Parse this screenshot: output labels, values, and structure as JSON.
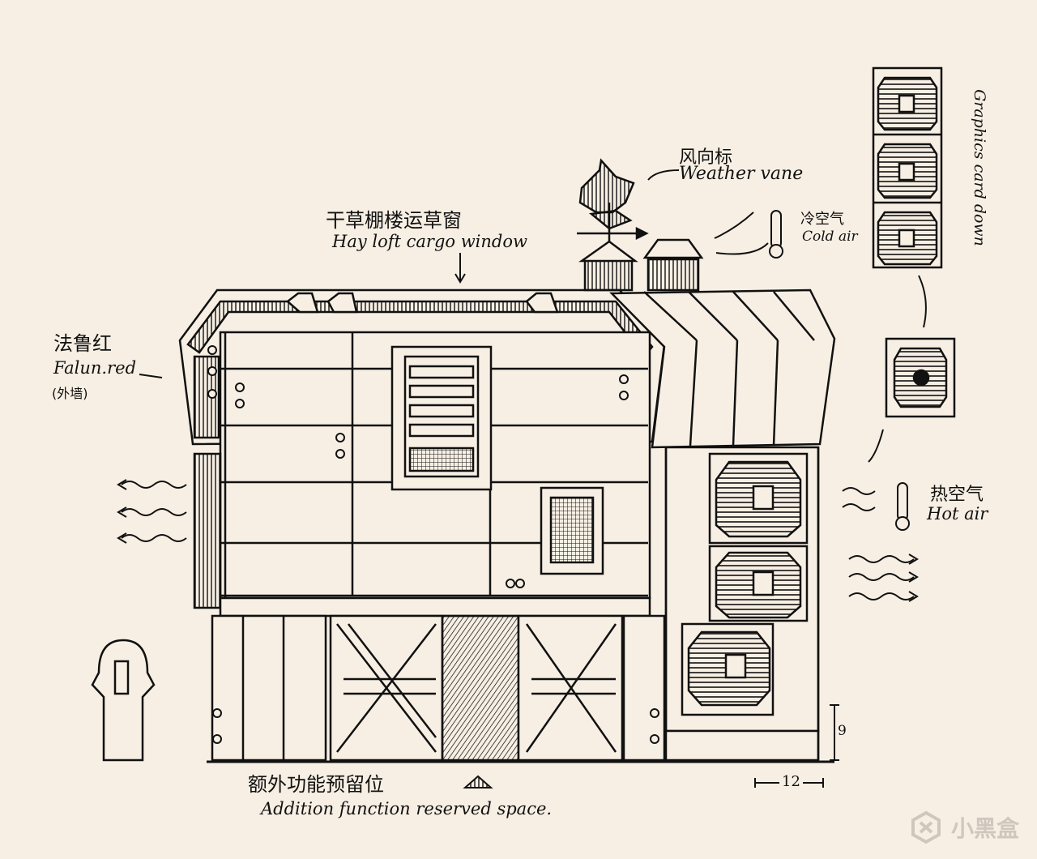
{
  "labels": {
    "weather_vane_cn": "风向标",
    "weather_vane_en": "Weather vane",
    "hay_loft_cn": "干草棚楼运草窗",
    "hay_loft_en": "Hay loft cargo window",
    "falun_cn": "法鲁红",
    "falun_en": "Falun.red",
    "falun_sub": "(外墙)",
    "cold_air_cn": "冷空气",
    "cold_air_en": "Cold air",
    "hot_air_cn": "热空气",
    "hot_air_en": "Hot air",
    "graphics_card": "Graphics card down",
    "reserved_cn": "额外功能预留位",
    "reserved_en": "Addition function reserved space.",
    "dim_height": "9",
    "dim_width": "12"
  },
  "watermark": {
    "text": "小黑盒"
  },
  "colors": {
    "ink": "#111111",
    "paper": "#f7efe4",
    "watermark": "#cfc7bd"
  }
}
